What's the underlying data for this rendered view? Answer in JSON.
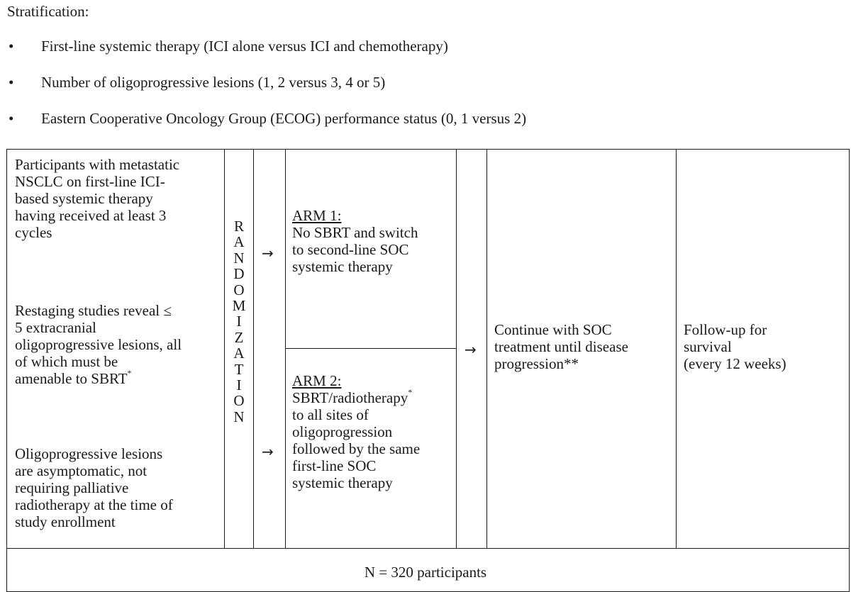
{
  "stratification": {
    "title": "Stratification:",
    "bullet": "•",
    "items": [
      "First-line systemic therapy (ICI alone versus ICI and chemotherapy)",
      "Number of oligoprogressive lesions (1, 2 versus 3, 4 or 5)",
      "Eastern Cooperative Oncology Group (ECOG) performance status (0, 1 versus 2)"
    ]
  },
  "eligibility": {
    "block1": [
      "Participants with metastatic",
      "NSCLC on first-line ICI-",
      "based systemic therapy",
      "having received at least 3",
      "cycles"
    ],
    "block2": [
      "Restaging studies reveal ≤",
      "5 extracranial",
      "oligoprogressive lesions, all",
      "of which must be",
      "amenable to SBRT"
    ],
    "block2_mark": "*",
    "block3": [
      "Oligoprogressive lesions",
      "are asymptomatic, not",
      "requiring palliative",
      "radiotherapy at the time of",
      "study enrollment"
    ]
  },
  "randomization": {
    "letters": [
      "R",
      "A",
      "N",
      "D",
      "O",
      "M",
      "I",
      "Z",
      "A",
      "T",
      "I",
      "O",
      "N"
    ]
  },
  "arrow_glyph": "→",
  "arm1": {
    "title": "ARM 1:",
    "lines": [
      "No SBRT and switch",
      "to second-line SOC",
      "systemic therapy"
    ]
  },
  "arm2": {
    "title": "ARM 2:",
    "line1": "SBRT/radiotherapy",
    "line1_mark": "*",
    "lines": [
      "to all sites of",
      "oligoprogression",
      "followed by the same",
      "first-line SOC",
      "systemic therapy"
    ]
  },
  "continue": {
    "lines": [
      "Continue with SOC",
      "treatment until disease",
      "progression**"
    ]
  },
  "followup": {
    "lines": [
      "Follow-up for",
      "survival",
      "(every 12 weeks)"
    ]
  },
  "footer": {
    "n_text": "N = 320 participants"
  }
}
